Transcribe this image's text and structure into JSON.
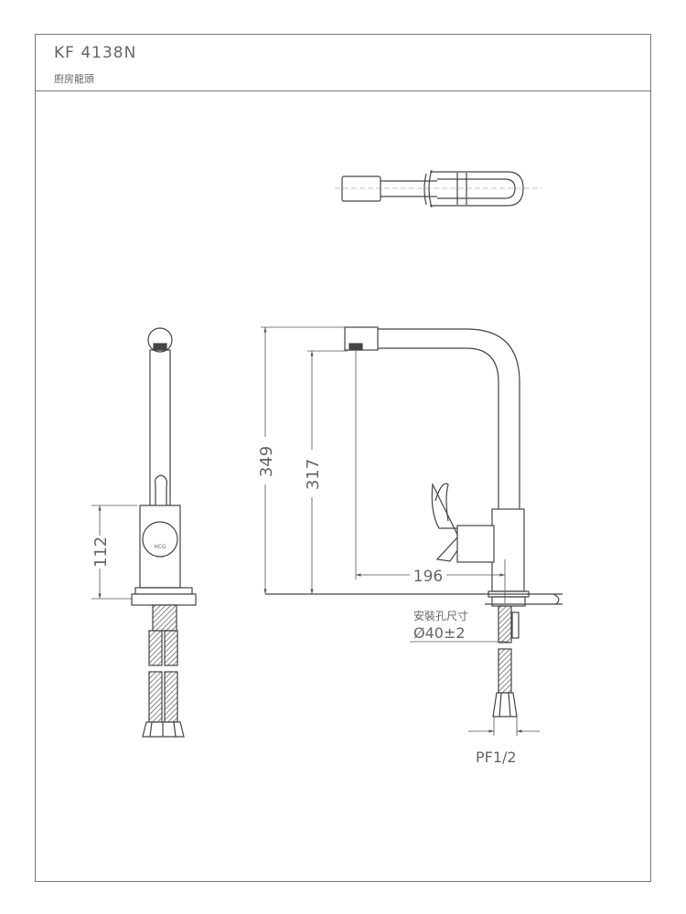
{
  "header": {
    "model": "KF 4138N",
    "product": "廚房龍頭"
  },
  "dimensions": {
    "base_height": "112",
    "total_height": "349",
    "spout_height": "317",
    "reach": "196",
    "hole_label": "安裝孔尺寸",
    "hole_size": "Ø40±2",
    "connection": "PF1/2"
  },
  "logo": "HCG"
}
